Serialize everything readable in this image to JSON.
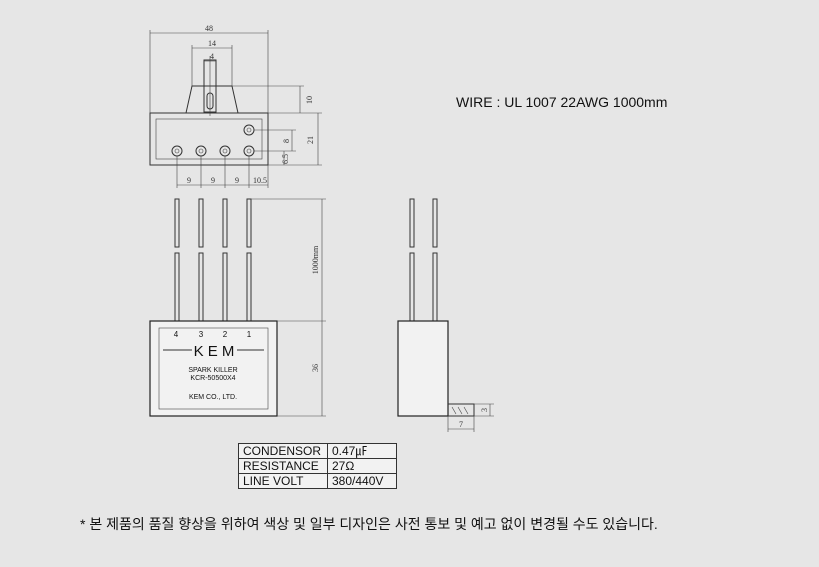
{
  "wire_note": "WIRE : UL 1007 22AWG 1000mm",
  "dims": {
    "total_width": "48",
    "neck_width": "14",
    "tab_width": "4",
    "tab_height": "10",
    "connector_height": "21",
    "row_gap": "8",
    "bottom_offset": "6.5",
    "pitch_1": "9",
    "pitch_2": "9",
    "pitch_3": "9",
    "pitch_4": "10.5",
    "wire_length": "1000mm",
    "body_height": "36",
    "side_height": "3",
    "side_width": "7"
  },
  "label": {
    "pins": [
      "4",
      "3",
      "2",
      "1"
    ],
    "brand": "K E M",
    "product": "SPARK KILLER",
    "model": "KCR-50500X4",
    "maker": "KEM CO., LTD."
  },
  "specs": [
    {
      "key": "CONDENSOR",
      "value": "0.47㎌"
    },
    {
      "key": "RESISTANCE",
      "value": "27Ω"
    },
    {
      "key": "LINE VOLT",
      "value": "380/440V"
    }
  ],
  "footnote": "* 본 제품의 품질 향상을 위하여 색상 및 일부 디자인은 사전 통보 및 예고 없이 변경될 수도 있습니다."
}
